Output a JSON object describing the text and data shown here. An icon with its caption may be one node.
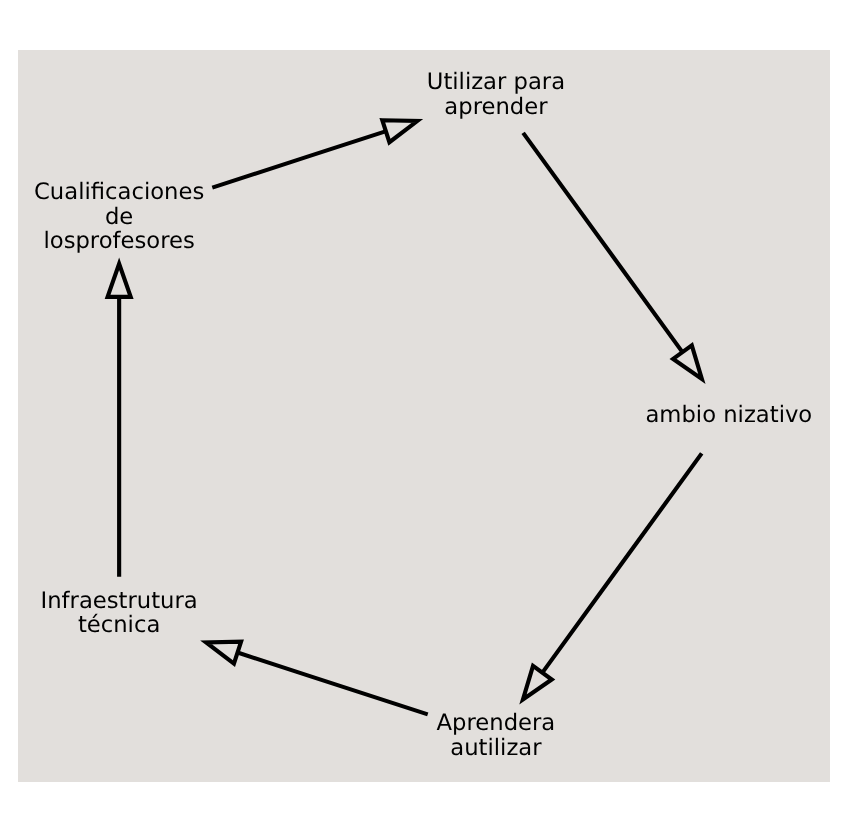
{
  "diagram": {
    "nodes": [
      {
        "text": [
          "Aprendera autilizar"
        ]
      },
      {
        "text": [
          "Infraestrutura técnica"
        ]
      },
      {
        "text": [
          "Cualificaciones de losprofesores"
        ]
      },
      {
        "text": [
          "Utilizar para aprender"
        ]
      },
      {
        "text": [
          "ambio nizativo"
        ]
      }
    ],
    "edges": [
      {
        "from": 0,
        "to": 1,
        "arrow": "to"
      },
      {
        "from": 1,
        "to": 2,
        "arrow": "to"
      },
      {
        "from": 2,
        "to": 3,
        "arrow": "to"
      },
      {
        "from": 3,
        "to": 4,
        "arrow": "to"
      },
      {
        "from": 4,
        "to": 0,
        "arrow": "to"
      }
    ]
  }
}
